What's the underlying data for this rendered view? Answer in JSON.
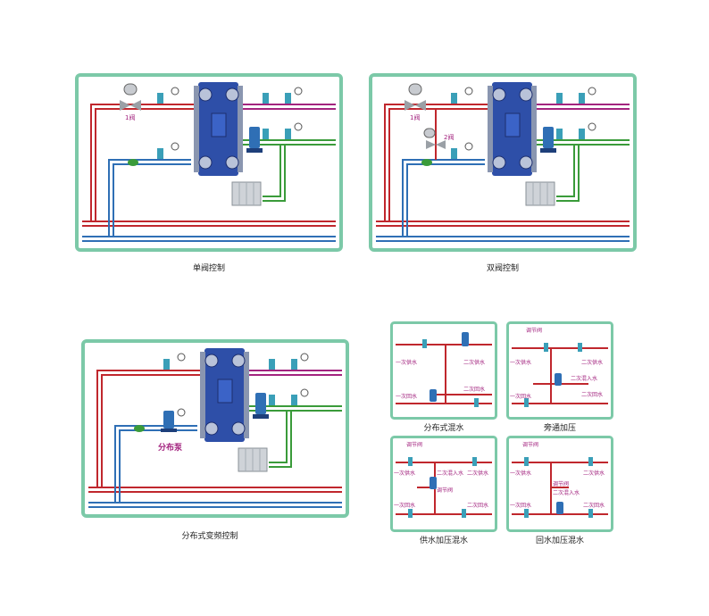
{
  "colors": {
    "frame": "#7cc9a8",
    "supply": "#c0272d",
    "return": "#2f6fb5",
    "secondary_supply": "#a3247f",
    "secondary_return": "#3a9b3a",
    "label": "#a3247f",
    "exchanger": "#2e4fa8"
  },
  "diagrams": {
    "single_valve": {
      "caption": "单阀控制",
      "valve1_label": "1阀"
    },
    "double_valve": {
      "caption": "双阀控制",
      "valve1_label": "1阀",
      "valve2_label": "2阀"
    },
    "distributed_vfd": {
      "caption": "分布式变频控制",
      "pump_label": "分布泵"
    },
    "distributed_mix": {
      "caption": "分布式混水",
      "primary_supply": "一次供水",
      "primary_return": "一次回水",
      "secondary_supply": "二次供水",
      "secondary_return": "二次回水"
    },
    "bypass_pressurize": {
      "caption": "旁通加压",
      "regulating_valve": "调节阀",
      "primary_supply": "一次供水",
      "primary_return": "一次回水",
      "secondary_supply": "二次供水",
      "secondary_mix": "二次混入水",
      "secondary_return": "二次回水"
    },
    "supply_pressurize_mix": {
      "caption": "供水加压混水",
      "regulating_valve": "调节阀",
      "regulating_valve_2": "调节阀",
      "primary_supply": "一次供水",
      "primary_return": "一次回水",
      "secondary_mix": "二次混入水",
      "secondary_supply": "二次供水",
      "secondary_return": "二次回水"
    },
    "return_pressurize_mix": {
      "caption": "回水加压混水",
      "regulating_valve": "调节阀",
      "regulating_valve_2": "调节阀",
      "primary_supply": "一次供水",
      "primary_return": "一次回水",
      "secondary_mix": "二次混入水",
      "secondary_supply": "二次供水",
      "secondary_return": "二次回水"
    }
  }
}
